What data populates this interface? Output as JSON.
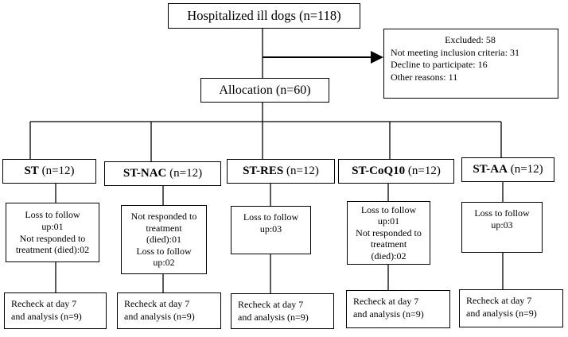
{
  "top": {
    "label": "Hospitalized ill dogs (n=118)"
  },
  "excluded": {
    "lines": [
      "Excluded: 58",
      "Not meeting inclusion criteria: 31",
      "Decline to participate: 16",
      "Other reasons: 11"
    ]
  },
  "allocation": {
    "label": "Allocation (n=60)"
  },
  "arms": [
    {
      "name": "ST",
      "count": "(n=12)",
      "followup": [
        "Loss to follow",
        "up:01",
        "Not responded to",
        "treatment (died):02"
      ],
      "recheck": [
        "Recheck at day 7",
        "and analysis (n=9)"
      ]
    },
    {
      "name": "ST-NAC",
      "count": "(n=12)",
      "followup": [
        "Not responded to",
        "treatment",
        "(died):01",
        "Loss to follow",
        "up:02"
      ],
      "recheck": [
        "Recheck at day 7",
        "and analysis (n=9)"
      ]
    },
    {
      "name": "ST-RES",
      "count": "(n=12)",
      "followup": [
        "Loss to follow",
        "up:03"
      ],
      "recheck": [
        "Recheck at day 7",
        "and analysis (n=9)"
      ]
    },
    {
      "name": "ST-CoQ10",
      "count": "(n=12)",
      "followup": [
        "Loss to follow",
        "up:01",
        "Not responded to",
        "treatment",
        "(died):02"
      ],
      "recheck": [
        "Recheck at day 7",
        "and analysis (n=9)"
      ]
    },
    {
      "name": "ST-AA",
      "count": "(n=12)",
      "followup": [
        "Loss to follow",
        "up:03"
      ],
      "recheck": [
        "Recheck at day 7",
        "and analysis (n=9)"
      ]
    }
  ]
}
